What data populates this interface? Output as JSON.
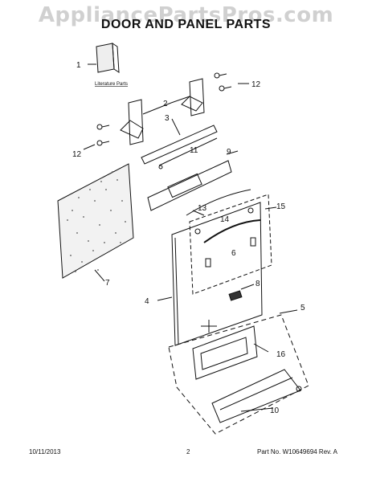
{
  "watermark": "AppliancePartsPros.com",
  "title": "DOOR AND PANEL PARTS",
  "literature_label": "Literature Parts",
  "callouts": {
    "c1": "1",
    "c2": "2",
    "c3": "3",
    "c4": "4",
    "c5": "5",
    "c6": "6",
    "c7": "7",
    "c8": "8",
    "c9": "9",
    "c10": "10",
    "c11": "11",
    "c12a": "12",
    "c12b": "12",
    "c13": "13",
    "c14": "14",
    "c15": "15",
    "c16": "16"
  },
  "footer": {
    "date": "10/11/2013",
    "page": "2",
    "part_no": "Part No. W10649694  Rev. A"
  },
  "colors": {
    "line": "#111111",
    "panel_fill": "#f2f2f2",
    "dots": "#555555"
  }
}
